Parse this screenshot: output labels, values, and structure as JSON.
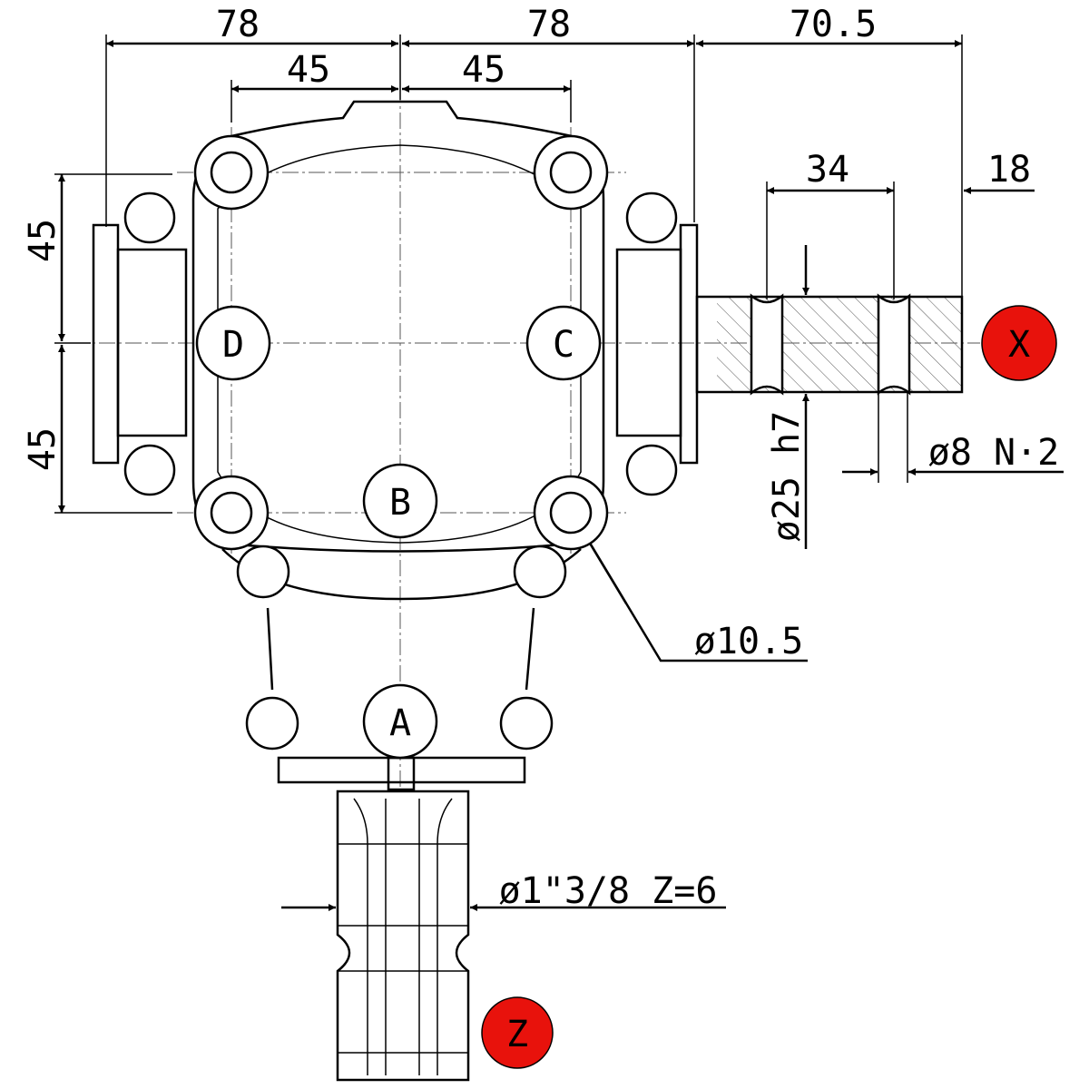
{
  "dimensions": {
    "top_left_78": "78",
    "top_right_78": "78",
    "top_70_5": "70.5",
    "inner_left_45": "45",
    "inner_right_45": "45",
    "left_upper_45": "45",
    "left_lower_45": "45",
    "shaft_34": "34",
    "shaft_18": "18",
    "shaft_diameter": "ø25 h7",
    "groove": "ø8 N·2",
    "hole": "ø10.5",
    "spline": "ø1\"3/8 Z=6"
  },
  "labels": {
    "a": "A",
    "b": "B",
    "c": "C",
    "d": "D"
  },
  "markers": {
    "x": "X",
    "z": "Z",
    "color": "#e8120c"
  }
}
